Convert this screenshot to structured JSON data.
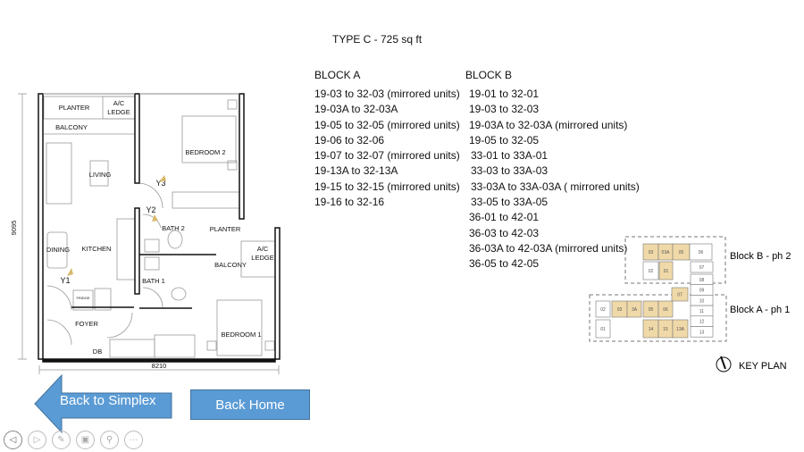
{
  "title": "TYPE C  - 725 sq ft",
  "block_a": {
    "heading": "BLOCK A",
    "units": [
      "19-03 to 32-03 (mirrored units)",
      "19-03A to 32-03A",
      "19-05 to 32-05 (mirrored units)",
      "19-06 to 32-06",
      "19-07 to 32-07 (mirrored units)",
      "19-13A to 32-13A",
      "19-15 to 32-15 (mirrored units)",
      "19-16 to 32-16"
    ]
  },
  "block_b": {
    "heading": "BLOCK B",
    "units": [
      "19-01 to 32-01",
      "19-03 to 32-03",
      "19-03A to 32-03A (mirrored units)",
      "19-05 to 32-05",
      "33-01  to 33A-01",
      "33-03 to 33A-03",
      "33-03A to 33A-03A ( mirrored units)",
      "33-05 to 33A-05",
      "36-01  to 42-01",
      "36-03 to 42-03",
      "36-03A to 42-03A (mirrored units)",
      "36-05 to 42-05"
    ]
  },
  "floor_plan": {
    "rooms": {
      "planter_top": "PLANTER",
      "ac_ledge_top_1": "A/C",
      "ac_ledge_top_2": "LEDGE",
      "balcony_top": "BALCONY",
      "bedroom2": "BEDROOM 2",
      "living": "LIVING",
      "y3": "Y3",
      "y2": "Y2",
      "bath2": "BATH 2",
      "planter_mid": "PLANTER",
      "ac_ledge_mid_1": "A/C",
      "ac_ledge_mid_2": "LEDGE",
      "dining": "DINING",
      "kitchen": "KITCHEN",
      "balcony_mid": "BALCONY",
      "bath1": "BATH 1",
      "y1": "Y1",
      "fridge": "FRIDGE",
      "foyer": "FOYER",
      "bedroom1": "BEDROOM 1",
      "db": "DB"
    },
    "width_dim": "8210",
    "height_dim": "9095"
  },
  "key_plan": {
    "label": "KEY PLAN",
    "block_b_label": "Block B - ph 2",
    "block_a_label": "Block A - ph 1",
    "highlight_color": "#f0d9a8",
    "units": {
      "b03": "03",
      "b03a": "03A",
      "b05": "05",
      "b06": "06",
      "b02": "02",
      "b01": "01",
      "b07": "07",
      "a07": "07",
      "a02": "02",
      "a03": "03",
      "a3a": "3A",
      "a05": "05",
      "a06": "06",
      "a01": "01",
      "a14": "14",
      "a15": "15",
      "a13a": "13A",
      "c08": "08",
      "c09": "09",
      "c10": "10",
      "c11": "11",
      "c12": "12",
      "c13": "13"
    }
  },
  "buttons": {
    "back_simplex": "Back to Simplex",
    "back_home": "Back Home"
  },
  "accent_color": "#5b9bd5",
  "nav_icons": [
    "previous-icon",
    "next-icon",
    "pen-icon",
    "slides-icon",
    "zoom-icon",
    "more-icon"
  ]
}
